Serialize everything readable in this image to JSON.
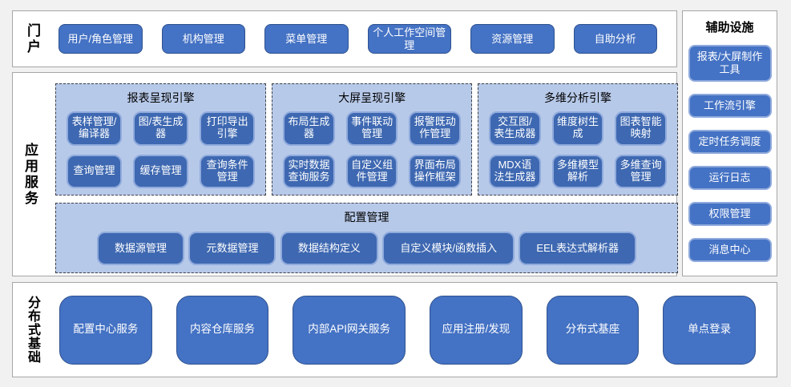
{
  "colors": {
    "page_bg": "#f1f1f2",
    "section_bg": "#ffffff",
    "section_border": "#a6a6a6",
    "button_fill": "#4472c4",
    "button_border": "#2f528f",
    "sub_button_fill": "#3e68b1",
    "sub_button_border": "#8faadc",
    "panel_bg": "#b7c9e9",
    "panel_border": "#3f3f3f",
    "text_light": "#ffffff",
    "text_dark": "#1a1a1a"
  },
  "portal": {
    "label": "门户",
    "buttons": [
      "用户/角色管理",
      "机构管理",
      "菜单管理",
      "个人工作空间管理",
      "资源管理",
      "自助分析"
    ]
  },
  "app_services": {
    "label": "应用服务",
    "engines": [
      {
        "title": "报表呈现引擎",
        "buttons": [
          "表样管理/编译器",
          "图/表生成器",
          "打印导出引擎",
          "查询管理",
          "缓存管理",
          "查询条件管理"
        ]
      },
      {
        "title": "大屏呈现引擎",
        "buttons": [
          "布局生成器",
          "事件联动管理",
          "报警既动作管理",
          "实时数据查询服务",
          "自定义组件管理",
          "界面布局操作框架"
        ]
      },
      {
        "title": "多维分析引擎",
        "buttons": [
          "交互图/表生成器",
          "维度树生成",
          "图表智能映射",
          "MDX语法生成器",
          "多维模型解析",
          "多维查询管理"
        ]
      }
    ],
    "config": {
      "title": "配置管理",
      "buttons": [
        "数据源管理",
        "元数据管理",
        "数据结构定义",
        "自定义模块/函数插入",
        "EEL表达式解析器"
      ]
    }
  },
  "auxiliary": {
    "title": "辅助设施",
    "buttons": [
      "报表/大屏制作工具",
      "工作流引擎",
      "定时任务调度",
      "运行日志",
      "权限管理",
      "消息中心"
    ]
  },
  "distributed": {
    "label": "分布式基础",
    "buttons": [
      "配置中心服务",
      "内容仓库服务",
      "内部API网关服务",
      "应用注册/发现",
      "分布式基座",
      "单点登录"
    ]
  }
}
